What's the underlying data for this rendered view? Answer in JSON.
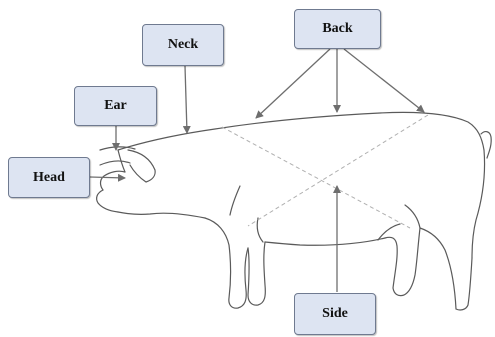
{
  "labels": {
    "neck": "Neck",
    "back": "Back",
    "ear": "Ear",
    "head": "Head",
    "side": "Side"
  },
  "colors": {
    "box_fill": "#dde4f2",
    "box_border": "#6f7a90",
    "arrow": "#6e6e6e",
    "outline": "#5a5a5a",
    "division_line": "#b0b0b0"
  }
}
